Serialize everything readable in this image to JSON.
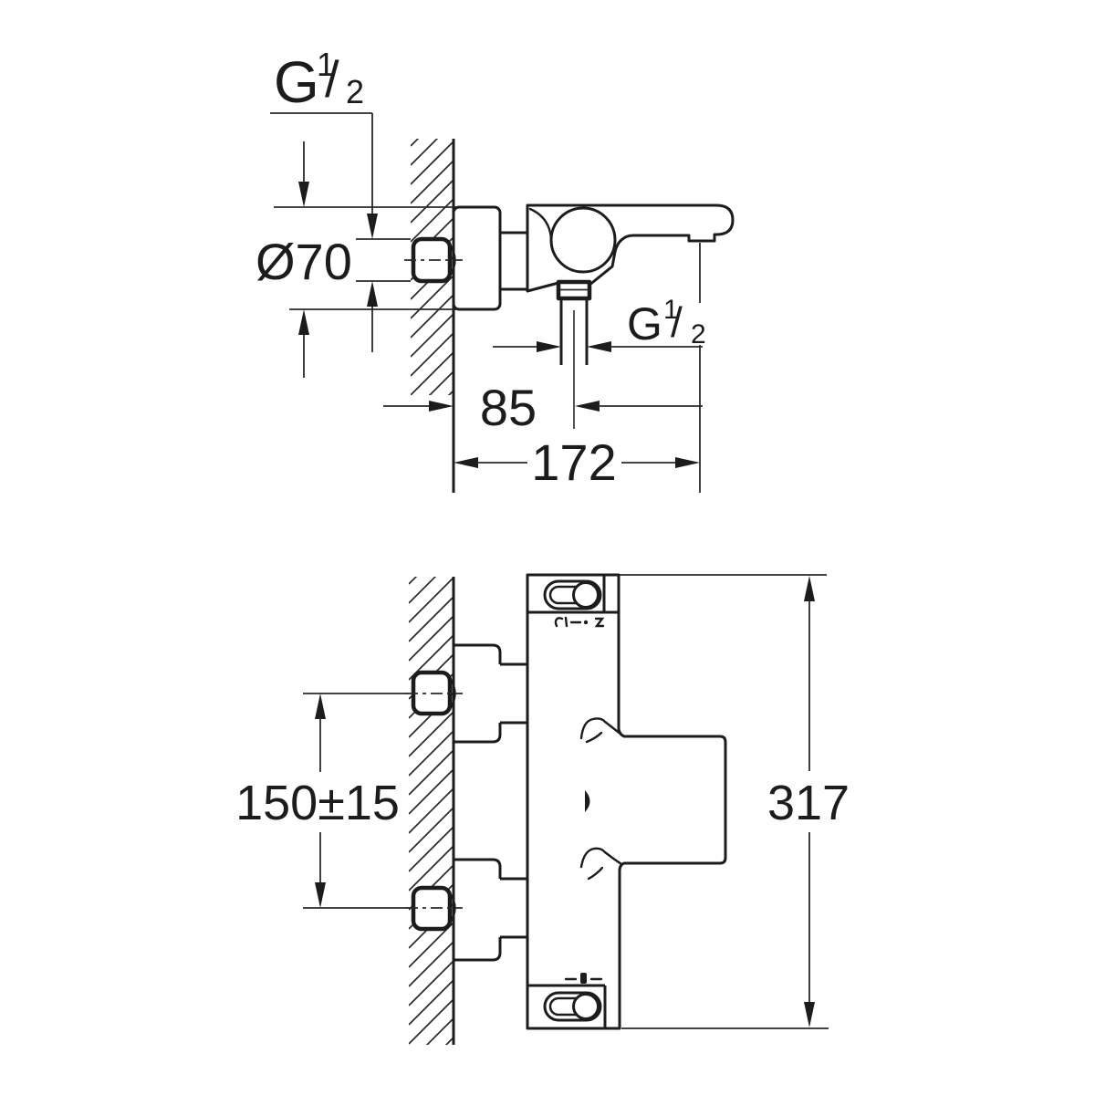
{
  "drawing": {
    "side_view": {
      "wall_thread": {
        "base": "G",
        "sup": "1",
        "slash": "/",
        "sub": "2"
      },
      "flange_diameter": "Ø70",
      "spout_thread": {
        "base": "G",
        "sup": "1",
        "slash": "/",
        "sub": "2"
      },
      "dim_wall_to_pipe_center": "85",
      "dim_wall_to_spout_outlet": "172"
    },
    "front_view": {
      "dim_connection_spacing": "150±15",
      "dim_overall_height": "317"
    }
  }
}
